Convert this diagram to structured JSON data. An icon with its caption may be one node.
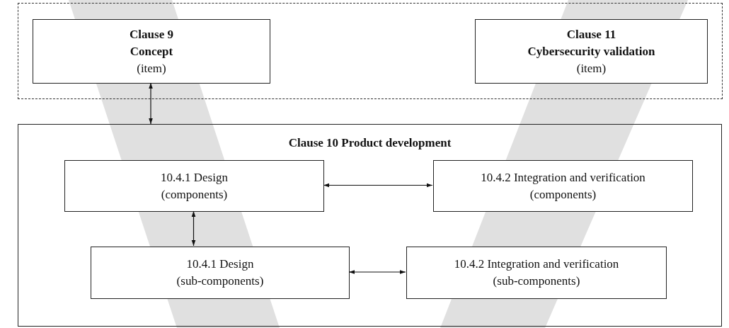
{
  "diagram": {
    "nodes": [
      {
        "text": [],
        "shape": "box"
      },
      {
        "text": [
          "Clause 9",
          "Concept",
          "(item)"
        ],
        "in": 0
      },
      {
        "text": [
          "Clause 11",
          "Cybersecurity validation",
          "(item)"
        ],
        "in": 0
      },
      {
        "text": [
          "Clause 10 Product development"
        ]
      },
      {
        "text": [
          "10.4.1 Design",
          "(components)"
        ],
        "in": 3
      },
      {
        "text": [
          "10.4.2 Integration and verification",
          "(components)"
        ],
        "in": 3
      },
      {
        "text": [
          "10.4.1 Design",
          "(sub-components)"
        ],
        "in": 3
      },
      {
        "text": [
          "10.4.2 Integration and verification",
          "(sub-components)"
        ],
        "in": 3
      }
    ],
    "edges": [
      {
        "from": 1,
        "to": 3,
        "arrow": "both"
      },
      {
        "from": 4,
        "to": 5,
        "arrow": "both"
      },
      {
        "from": 4,
        "to": 6,
        "arrow": "both"
      },
      {
        "from": 6,
        "to": 7,
        "arrow": "both"
      }
    ]
  }
}
